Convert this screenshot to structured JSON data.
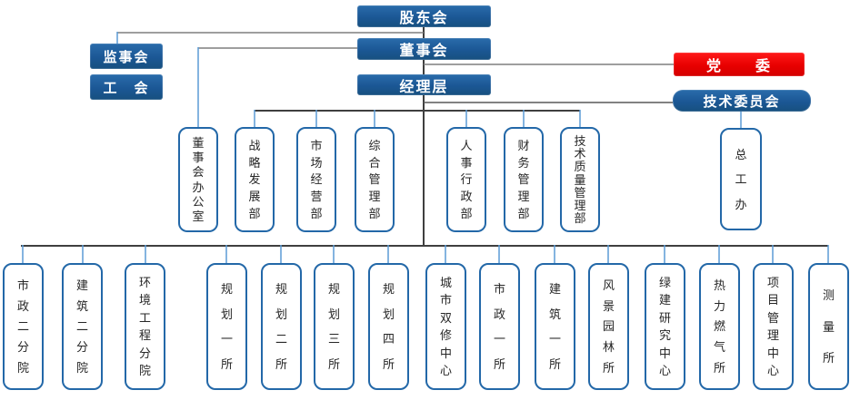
{
  "title": "organization-chart",
  "colors": {
    "node_blue": "#1b5795",
    "node_red": "#e80000",
    "box_border_blue": "#2368a8",
    "stub_blue": "#5b9bd5",
    "bus_dark": "#3f3f3f",
    "connector_gray": "#7f7f7f",
    "text_dark": "#262626",
    "text_white": "#ffffff"
  },
  "nodes": {
    "shareholders": "股东会",
    "board": "董事会",
    "management": "经理层",
    "supervisory_board": "监事会",
    "labor_union": "工　会",
    "party_committee": "党　　委",
    "tech_committee": "技术委员会"
  },
  "departments": [
    {
      "label": "董事会办公室"
    },
    {
      "label": "战略发展部"
    },
    {
      "label": "市场经营部"
    },
    {
      "label": "综合管理部"
    },
    {
      "label": "人事行政部"
    },
    {
      "label": "财务管理部"
    },
    {
      "label": "技术质量管理部"
    },
    {
      "label": "总工办"
    }
  ],
  "institutes": [
    {
      "label": "市政二分院"
    },
    {
      "label": "建筑二分院"
    },
    {
      "label": "环境工程分院"
    },
    {
      "label": "规划一所"
    },
    {
      "label": "规划二所"
    },
    {
      "label": "规划三所"
    },
    {
      "label": "规划四所"
    },
    {
      "label": "城市双修中心"
    },
    {
      "label": "市政一所"
    },
    {
      "label": "建筑一所"
    },
    {
      "label": "风景园林所"
    },
    {
      "label": "绿建研究中心"
    },
    {
      "label": "热力燃气所"
    },
    {
      "label": "项目管理中心"
    },
    {
      "label": "测量所"
    }
  ]
}
